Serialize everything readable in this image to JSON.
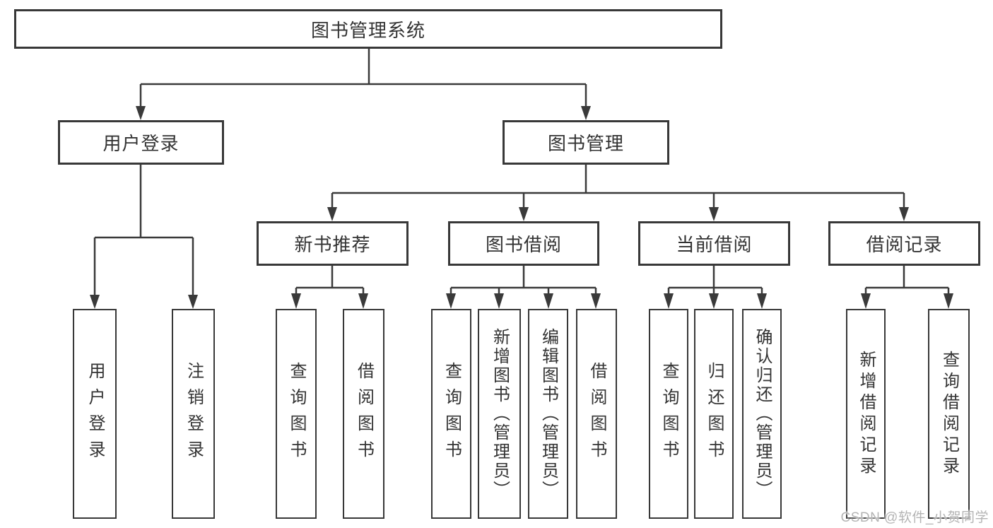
{
  "nodes": {
    "root": "图书管理系统",
    "user_login": "用户登录",
    "book_mgmt": "图书管理",
    "new_book_rec": "新书推荐",
    "book_borrow": "图书借阅",
    "current_borrow": "当前借阅",
    "borrow_record": "借阅记录",
    "leaves": {
      "user_login_leaf": "用户登录",
      "logout": "注销登录",
      "rec_query_book": "查询图书",
      "rec_borrow_book": "借阅图书",
      "bb_query_book": "查询图书",
      "bb_add_book": "新增图书（管理员）",
      "bb_edit_book": "编辑图书（管理员）",
      "bb_borrow_book": "借阅图书",
      "cb_query_book": "查询图书",
      "cb_return_book": "归还图书",
      "cb_confirm_return": "确认归还（管理员）",
      "br_add_record": "新增借阅记录",
      "br_query_record": "查询借阅记录"
    }
  },
  "edges": [
    {
      "from": "root",
      "to": "user_login"
    },
    {
      "from": "root",
      "to": "book_mgmt"
    },
    {
      "from": "user_login",
      "to": "leaves.user_login_leaf"
    },
    {
      "from": "user_login",
      "to": "leaves.logout"
    },
    {
      "from": "book_mgmt",
      "to": "new_book_rec"
    },
    {
      "from": "book_mgmt",
      "to": "book_borrow"
    },
    {
      "from": "book_mgmt",
      "to": "current_borrow"
    },
    {
      "from": "book_mgmt",
      "to": "borrow_record"
    },
    {
      "from": "new_book_rec",
      "to": "leaves.rec_query_book"
    },
    {
      "from": "new_book_rec",
      "to": "leaves.rec_borrow_book"
    },
    {
      "from": "book_borrow",
      "to": "leaves.bb_query_book"
    },
    {
      "from": "book_borrow",
      "to": "leaves.bb_add_book"
    },
    {
      "from": "book_borrow",
      "to": "leaves.bb_edit_book"
    },
    {
      "from": "book_borrow",
      "to": "leaves.bb_borrow_book"
    },
    {
      "from": "current_borrow",
      "to": "leaves.cb_query_book"
    },
    {
      "from": "current_borrow",
      "to": "leaves.cb_return_book"
    },
    {
      "from": "current_borrow",
      "to": "leaves.cb_confirm_return"
    },
    {
      "from": "borrow_record",
      "to": "leaves.br_add_record"
    },
    {
      "from": "borrow_record",
      "to": "leaves.br_query_record"
    }
  ],
  "watermark": "CSDN @软件_小贺同学",
  "colors": {
    "line": "#3a3a3a",
    "box_border": "#383838",
    "text": "#333333",
    "watermark": "#b4b4b4",
    "background": "#ffffff"
  }
}
